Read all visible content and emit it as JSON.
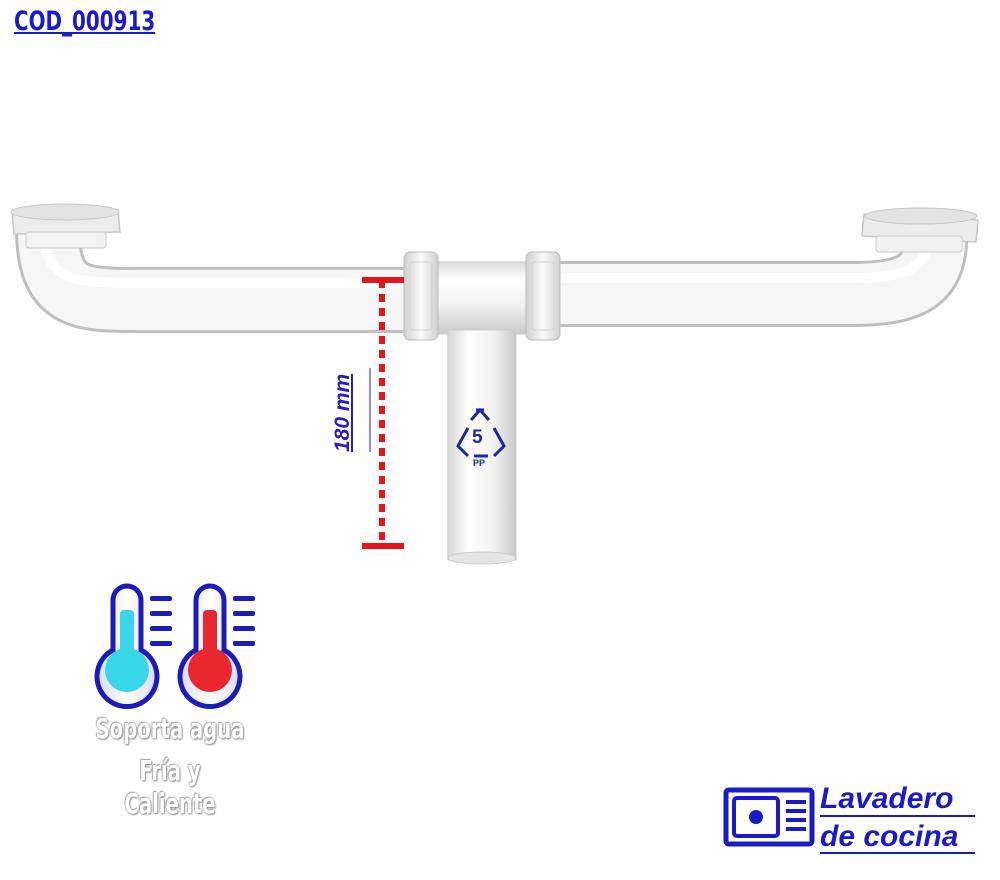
{
  "product_code": "COD_000913",
  "dimension": {
    "label": "180 mm",
    "value_mm": 180
  },
  "recycling": {
    "number": "5",
    "material": "PP"
  },
  "feature": {
    "line1": "Soporta agua",
    "line2": "Fría y Caliente"
  },
  "category": {
    "line1": "Lavadero",
    "line2": "de cocina"
  },
  "colors": {
    "brand": "#1a1acc",
    "dimension": "#e5161b",
    "cold": "#38d6e8",
    "hot": "#e8282e"
  },
  "icons": [
    "thermometer-cold-icon",
    "thermometer-hot-icon",
    "recycle-icon",
    "sink-icon"
  ]
}
